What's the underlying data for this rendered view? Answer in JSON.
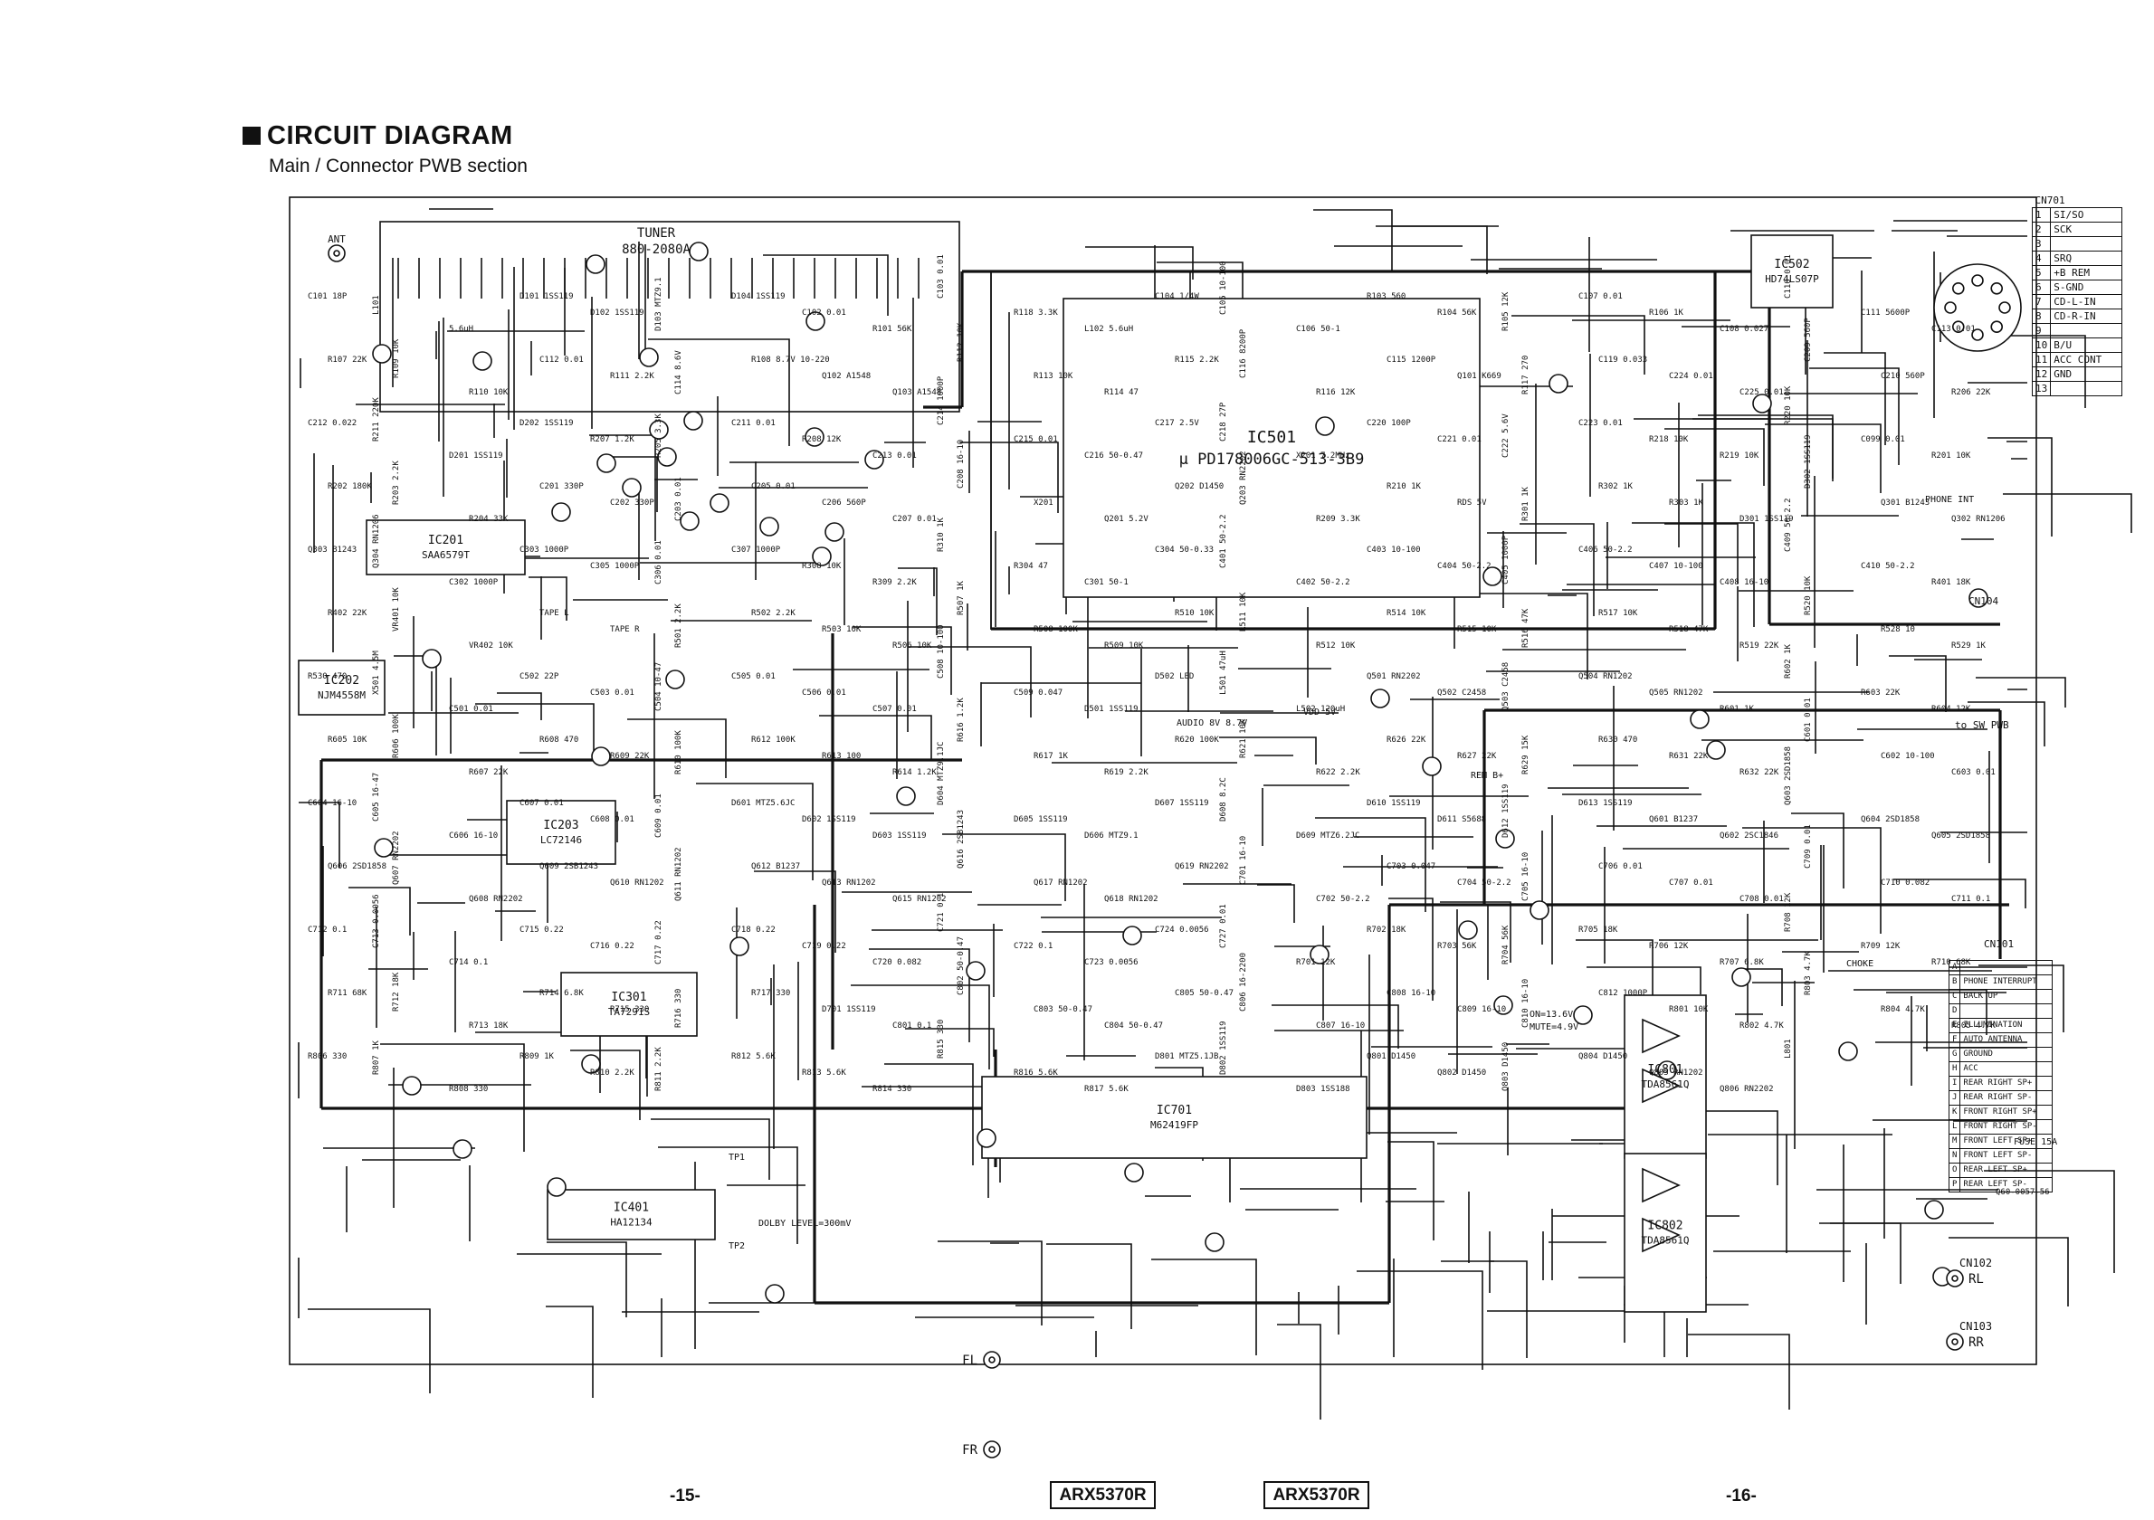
{
  "header": {
    "title": "CIRCUIT DIAGRAM",
    "subtitle": "Main / Connector PWB section"
  },
  "footer": {
    "page_left": "-15-",
    "page_right": "-16-",
    "model_left": "ARX5370R",
    "model_right": "ARX5370R"
  },
  "ics": [
    {
      "ref": "IC501",
      "part": "μ PD178006GC-513-3B9"
    },
    {
      "ref": "IC201",
      "part": "SAA6579T"
    },
    {
      "ref": "IC202",
      "part": "NJM4558M"
    },
    {
      "ref": "IC203",
      "part": "LC72146"
    },
    {
      "ref": "IC301",
      "part": "TA7291S"
    },
    {
      "ref": "IC401",
      "part": "HA12134"
    },
    {
      "ref": "IC701",
      "part": "M62419FP"
    },
    {
      "ref": "IC801",
      "part": "TDA8561Q"
    },
    {
      "ref": "IC802",
      "part": "TDA8561Q"
    },
    {
      "ref": "IC502",
      "part": "HD74LS07P"
    }
  ],
  "tuner": {
    "label": "TUNER",
    "part": "880-2080A"
  },
  "connectors": {
    "cn701": {
      "name": "CN701",
      "pins": [
        "SI/SO",
        "SCK",
        "",
        "SRQ",
        "+B REM",
        "S-GND",
        "CD-L-IN",
        "CD-R-IN",
        "",
        "B/U",
        "ACC CONT",
        "GND",
        ""
      ]
    },
    "cn101": {
      "name": "CN101",
      "pins": [
        "",
        "PHONE INTERRUPT",
        "BACK UP",
        "",
        "ILLUMINATION",
        "AUTO ANTENNA",
        "GROUND",
        "ACC",
        "REAR RIGHT SP+",
        "REAR RIGHT SP-",
        "FRONT RIGHT SP+",
        "FRONT RIGHT SP-",
        "FRONT LEFT SP+",
        "FRONT LEFT SP-",
        "REAR LEFT SP+",
        "REAR LEFT SP-"
      ]
    },
    "cn104": {
      "name": "CN104",
      "note": "to SW PWB"
    },
    "cn102": {
      "name": "CN102",
      "side": "RL"
    },
    "cn103": {
      "name": "CN103",
      "side": "RR"
    }
  },
  "outputs": {
    "fl": "FL",
    "fr": "FR",
    "ant": "ANT"
  },
  "notes": {
    "dolby": "DOLBY LEVEL=300mV",
    "phone": "PHONE INT",
    "choke": "CHOKE",
    "fuse": "FUSE 15A",
    "fuse_part": "Q60-0057-56",
    "mute": "MUTE=4.9V",
    "on136": "ON=13.6V",
    "audio8v": "AUDIO 8V  8.7V",
    "vdd5v": "VDD 5V",
    "remb": "REM B+",
    "tp1": "TP1",
    "tp2": "TP2"
  },
  "labels": [
    "C101 18P",
    "L101",
    "5.6uH",
    "D101 1SS119",
    "D102 1SS119",
    "D103 MTZ9.1",
    "D104 1SS119",
    "C102 0.01",
    "R101 56K",
    "C103 0.01",
    "R118 3.3K",
    "L102 5.6uH",
    "C104 1/4W",
    "C105 10-100",
    "C106 50-1",
    "R103 560",
    "R104 56K",
    "R105 12K",
    "C107 0.01",
    "R106 1K",
    "C108 0.027",
    "C110 0.01",
    "C111 5600P",
    "C113 0.01",
    "R107 22K",
    "R109 10K",
    "R110 10K",
    "C112 0.01",
    "R111 2.2K",
    "C114 8.6V",
    "R108 8.7V 10-220",
    "Q102 A1548",
    "Q103 A1548",
    "R112 10K",
    "R113 10K",
    "R114 47",
    "R115 2.2K",
    "C116 8200P",
    "R116 12K",
    "C115 1200P",
    "Q101 K669",
    "R117 270",
    "C119 0.033",
    "C224 0.01",
    "C225 0.01",
    "C209 560P",
    "C210 560P",
    "R206 22K",
    "C212 0.022",
    "R211 220K",
    "D201 1SS119",
    "D202 1SS119",
    "R207 1.2K",
    "R205 3.3K",
    "C211 0.01",
    "R208 12K",
    "C213 0.01",
    "C214 1000P",
    "C215 0.01",
    "C216 50-0.47",
    "C217 2.5V",
    "C218 27P",
    "X201 7.2MHz",
    "C220 100P",
    "C221 0.01",
    "C222 5.6V",
    "C223 0.01",
    "R218 10K",
    "R219 10K",
    "R220 10K",
    "C099 0.01",
    "R201 10K",
    "R202 180K",
    "R203 2.2K",
    "R204 33K",
    "C201 330P",
    "C202 330P",
    "C203 0.01",
    "C205 0.01",
    "C206 560P",
    "C207 0.01",
    "C208 16-10",
    "X201",
    "Q201 5.2V",
    "Q202 D1450",
    "Q203 RN2202",
    "R209 3.3K",
    "R210 1K",
    "RDS 5V",
    "R301 1K",
    "R302 1K",
    "R303 1K",
    "D301 1SS119",
    "D302 1SS119",
    "Q301 B1243",
    "Q302 RN1206",
    "Q303 B1243",
    "Q304 RN1206",
    "C302 1000P",
    "C303 1000P",
    "C305 1000P",
    "C306 0.01",
    "C307 1000P",
    "R308 10K",
    "R309 2.2K",
    "R310 1K",
    "R304 47",
    "C301 50-1",
    "C304 50-0.33",
    "C401 50-2.2",
    "C402 50-2.2",
    "C403 10-100",
    "C404 50-2.2",
    "C405 1000P",
    "C406 50-2.2",
    "C407 10-100",
    "C408 16-10",
    "C409 50-2.2",
    "C410 50-2.2",
    "R401 18K",
    "R402 22K",
    "VR401 10K",
    "VR402 10K",
    "TAPE L",
    "TAPE R",
    "R501 2.2K",
    "R502 2.2K",
    "R503 10K",
    "R506 10K",
    "R507 1K",
    "R508 100K",
    "R509 10K",
    "R510 10K",
    "R511 10K",
    "R512 10K",
    "R514 10K",
    "R515 10K",
    "R516 47K",
    "R517 10K",
    "R518 47K",
    "R519 22K",
    "R520 10K",
    "R528 10",
    "R529 1K",
    "R530 470",
    "X501 4.5M",
    "C501 0.01",
    "C502 22P",
    "C503 0.01",
    "C504 10-47",
    "C505 0.01",
    "C506 0.01",
    "C507 0.01",
    "C508 10-100",
    "C509 0.047",
    "D501 1SS119",
    "D502 LED",
    "L501 47uH",
    "L502 120uH",
    "Q501 RN2202",
    "Q502 C2458",
    "Q503 C2458",
    "Q504 RN1202",
    "Q505 RN1202",
    "R601 1K",
    "R602 1K",
    "R603 22K",
    "R604 12K",
    "R605 10K",
    "R606 100K",
    "R607 22K",
    "R608 470",
    "R609 22K",
    "R610 100K",
    "R612 100K",
    "R613 100",
    "R614 1.2K",
    "R616 1.2K",
    "R617 1K",
    "R619 2.2K",
    "R620 100K",
    "R621 10K",
    "R622 2.2K",
    "R626 22K",
    "R627 22K",
    "R629 15K",
    "R630 470",
    "R631 22K",
    "R632 22K",
    "C601 0.01",
    "C602 10-100",
    "C603 0.01",
    "C604 16-10",
    "C605 16-47",
    "C606 16-10",
    "C607 0.01",
    "C608 0.01",
    "C609 0.01",
    "D601 MTZ5.6JC",
    "D602 1SS119",
    "D603 1SS119",
    "D604 MTZ9.1JC",
    "D605 1SS119",
    "D606 MTZ9.1",
    "D607 1SS119",
    "D608 8.2C",
    "D609 MTZ6.2JC",
    "D610 1SS119",
    "D611 S5688",
    "D612 1SS119",
    "D613 1SS119",
    "Q601 B1237",
    "Q602 2SC1846",
    "Q603 2SD1858",
    "Q604 2SD1858",
    "Q605 2SD1858",
    "Q606 2SD1858",
    "Q607 RN2202",
    "Q608 RN2202",
    "Q609 2SB1243",
    "Q610 RN1202",
    "Q611 RN1202",
    "Q612 B1237",
    "Q613 RN1202",
    "Q615 RN1202",
    "Q616 2SB1243",
    "Q617 RN1202",
    "Q618 RN1202",
    "Q619 RN2202",
    "C701 16-10",
    "C702 50-2.2",
    "C703 0.047",
    "C704 50-2.2",
    "C705 16-10",
    "C706 0.01",
    "C707 0.01",
    "C708 0.01",
    "C709 0.01",
    "C710 0.082",
    "C711 0.1",
    "C712 0.1",
    "C713 0.0056",
    "C714 0.1",
    "C715 0.22",
    "C716 0.22",
    "C717 0.22",
    "C718 0.22",
    "C719 0.22",
    "C720 0.082",
    "C721 0.1",
    "C722 0.1",
    "C723 0.0056",
    "C724 0.0056",
    "C727 0.01",
    "R701 12K",
    "R702 18K",
    "R703 56K",
    "R704 56K",
    "R705 18K",
    "R706 12K",
    "R707 6.8K",
    "R708 12K",
    "R709 12K",
    "R710 68K",
    "R711 68K",
    "R712 18K",
    "R713 18K",
    "R714 6.8K",
    "R715 330",
    "R716 330",
    "R717 330",
    "D701 1SS119",
    "C801 0.1",
    "C802 50-0.47",
    "C803 50-0.47",
    "C804 50-0.47",
    "C805 50-0.47",
    "C806 16-2200",
    "C807 16-10",
    "C808 16-10",
    "C809 16-10",
    "C810 16-10",
    "C812 1000P",
    "R801 10K",
    "R802 4.7K",
    "R803 4.7K",
    "R804 4.7K",
    "R805 4.7K",
    "R806 330",
    "R807 1K",
    "R808 330",
    "R809 1K",
    "R810 2.2K",
    "R811 2.2K",
    "R812 5.6K",
    "R813 5.6K",
    "R814 330",
    "R815 330",
    "R816 5.6K",
    "R817 5.6K",
    "D801 MTZ5.1JB",
    "D802 1SS119",
    "D803 1SS188",
    "Q801 D1450",
    "Q802 D1450",
    "Q803 D1450",
    "Q804 D1450",
    "Q805 RN1202",
    "Q806 RN2202",
    "L801"
  ]
}
